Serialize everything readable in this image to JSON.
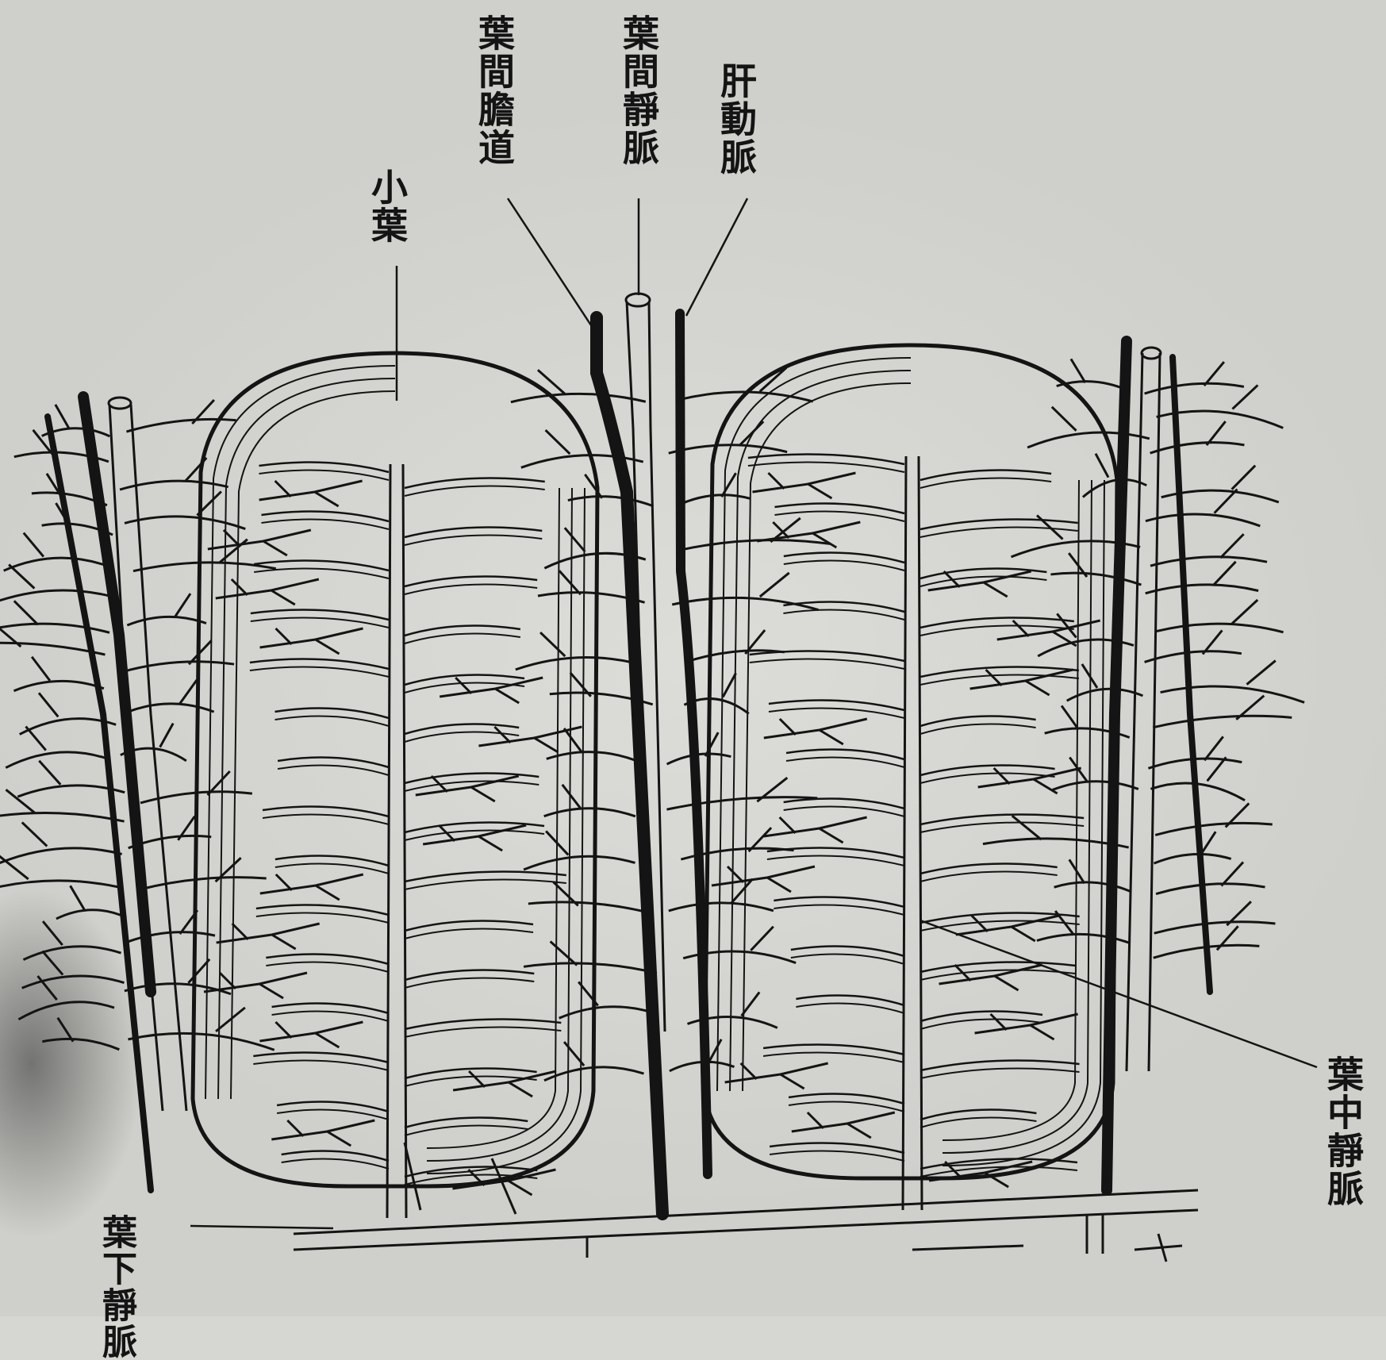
{
  "labels": {
    "lobule": "小葉",
    "interlobular_bile_duct": "葉間膽道",
    "interlobular_vein": "葉間靜脈",
    "hepatic_artery": "肝動脈",
    "central_vein": "葉中靜脈",
    "sublobular_vein": "葉下靜脈"
  },
  "colors": {
    "ink": "#141414",
    "paper": "#d6d6d2"
  }
}
